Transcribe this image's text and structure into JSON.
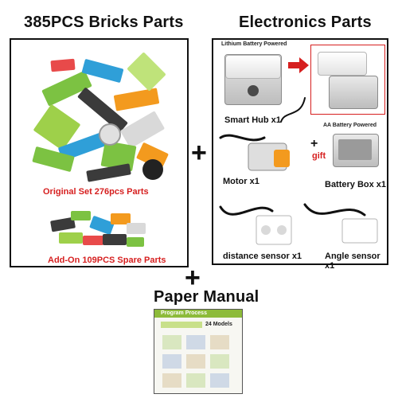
{
  "bricks": {
    "heading": "385PCS Bricks Parts",
    "original_label": "Original Set 276pcs Parts",
    "addon_label": "Add-On 109PCS Spare Parts"
  },
  "electronics": {
    "heading": "Electronics Parts",
    "lithium_note": "Lithium Battery Powered",
    "aa_note": "AA Battery Powered",
    "gift_label": "gift",
    "smart_hub_label": "Smart Hub x1",
    "motor_label": "Motor x1",
    "battery_box_label": "Battery Box x1",
    "distance_sensor_label": "distance sensor x1",
    "angle_sensor_label": "Angle sensor x1"
  },
  "manual": {
    "heading": "Paper Manual",
    "program_process": "Program Process",
    "models_count": "24 Models"
  },
  "plus_symbol": "+",
  "colors": {
    "accent_red": "#d61f1f",
    "brick_green": "#7cc242",
    "brick_blue": "#2f9fd8",
    "brick_orange": "#f39a1e"
  }
}
